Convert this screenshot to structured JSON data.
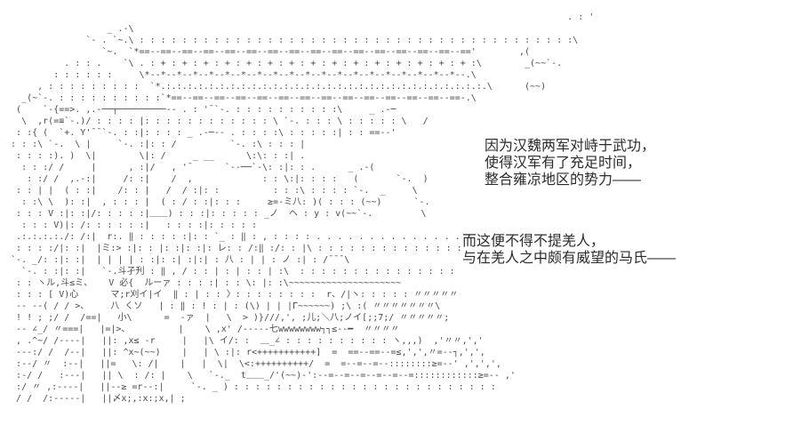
{
  "scene": {
    "background_color": "#ffffff",
    "art_color": "#4a4a4a",
    "art": [
      "",
      "                                                                                                          . : '",
      "                    _ .-\\",
      "                `- . `~.\\ : : : : : : : : : : : : : : : : : : : : : : : : : : : : : : : : : : : : : : : : :\\",
      "                   `~.  `*==--==--==--==--==--==--==--==--==--==--==--==--==--==--==--=='        ,(",
      "            . : : .    `\\ . : + : + : + : + : + : + : + : + : + : + : + : + : + : + : + :\\        _(~~`-.",
      "          : : : : : :     \\*--*--*--*--*--*--*--*--*--*--*--*--*--*--*--*--*--*--*--*--.\\",
      "       , : : : : : : : : :  `*.:.:.:.:.:.:.:.:.:.:.:.:.:.:.:.:.:.:.:.:.:.:.:.:.:.:.:.:.:.:.\\      (~~)",
      "    _(~`-. : : : : : : : : : :`*==--==--==--==--==--==--==--==--==--==--==--==--==--==-.\\",
      "   (    `-{==>. ,.-──┬─────────-- . : '¯`-. : : : : : : : : : :\\     _ .-─",
      "    \\  ,r(=≡`-.)/ : : : : |: : : : : : : : : : : : \\ `-. : : : \\ : : : : : \\   /",
      "   : :{ (  `+. Y'¯¯`-. : :|: : : : _ .-─-- . : : : :\\ : : : : :| : : ==--'",
      "  : : :\\ `-.  \\ |     `-. :|: : /          `-. :\\ : : : |",
      "   : : : :). )  \\|        \\|: /     _ __      \\:\\: : :| .",
      "    : : :/ /     |      , :|/   , '¯      `--──`-\\: :|: : .      _ .-(",
      "     : :/ /  ,.-:|     /: :|    /  ,             : : \\:|: : : :   (       `-.  )",
      "   : : | |  ( : :|    /: : |   /  / :|: :          : : :\\ : : : : `-.  _     \\",
      "    : :\\ \\  ): :|  , : : : |  ( : / : :|: : :     ≥=-ミ八: )( : : : (~~)      `-.",
      "   : : : V :|: :|/: : : : :|＿＿) : : :|: : : : : _ノ  ヘ : y : v(~~`-.         \\",
      "    : : : V)|: /: : : : : :|   : : : :|: : : : :",
      "   .:.:.:.:./: /:|  r:. ‖ : : : : :|: : `_ : ‖ : , : : : : . . . . . . . . . . . . . . . . . . .",
      "   : : : :/|: :|  |ミ:> :|: : |: :|: :|: レ: : /:‖ :/: : |\\ : : : : : : : : : : : : : : : : : : :",
      "  `-. _/: :|: :|  | | | | : :|: :| :|:| : 八 : | | : ノ :| : /¯¯¯\\",
      "    `-. : :|: :|   `-.斗孑刋 : ‖ , / : : | : | : : | :\\  : : : : : : : : : : : : : : :",
      "   : : ヽル,斗≤ミ、   V 必{  ルーァ : : : :| : : \\: |: :\\~~~~~~~~~~~~~~~~~~~~~",
      "   : : : [ V)心      マ;r刈イ|イ  ‖ : | : : 〉: : : : : : : :  r、/|ヽ: : : : : 〃〃〃〃〃",
      "   -- --( / / >、    八 くソ   | : ‖ : ! : | : (\\) | | |Г~~~~~~) ;\\ :( 〃〃〃〃〃〃〃\\",
      "   ! ! ; ;/ /  /==|   小\\      =  -ァ  |   \\  > )}///,', ;儿;＼八;ノイ[;;7;/ 〃〃〃〃〃;",
      "   -- ∠_/ 〃===|   |=|>、         |    \\ ,x' /-----七wwwwwwww┐┐≤--━  〃〃〃〃",
      "   , .^~/ /----|   ||: ,x≤ -r     |   |\\ イ/: :  ＿_∠ : : : : : : : : : : ヽ,,,)  ,'〃〃,','",
      "   ---:/ /  /--|   ||: ^x~(~~)    |   | \\ :|: r<+++++++++++]  =  ==--==--=≤,',',〃=--┐,',',",
      "   :--/ 〃  :--|   ||=   \\: /|    |   |  \\|  \\<:++++++++++/  =  =--=--=--::::::::≥=--' ,',',',",
      "   :-/ /   :---|   || \\  : /: |    \\   `-._  t＿＿_/'(~~)-':--=--=--=--=--=--=::::::::::::≥=-- ,'",
      "   :/ 〃 ,:----|   ||--≥ =r--:|     `-. _ ) : : : : : : : : : : : : : : : : : : : : : : : : :",
      "   / /  /:-----|   ||〆x;,:x:;x,| ;",
      ""
    ]
  },
  "dialogue": {
    "box1": {
      "line1": "因为汉魏两军对峙于武功，",
      "line2": "使得汉军有了充足时间，",
      "line3": "整合雍凉地区的势力——"
    },
    "box2": {
      "line1": "而这便不得不提羌人，",
      "line2": "与在羌人之中颇有威望的马氏——"
    }
  }
}
